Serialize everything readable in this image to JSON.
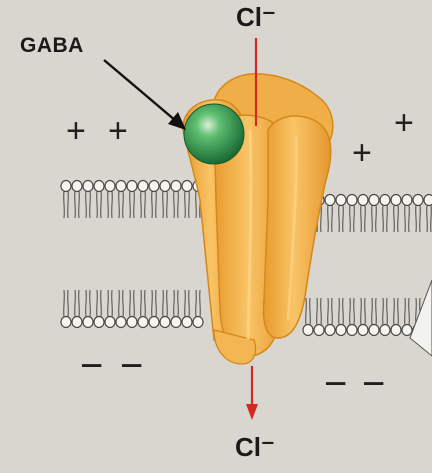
{
  "labels": {
    "ligand": "GABA",
    "ion_top": "Cl⁻",
    "ion_bottom": "Cl⁻"
  },
  "charges": {
    "plus": "+",
    "minus": "−"
  },
  "colors": {
    "background": "#d9d6cf",
    "receptor": "#f2b450",
    "receptor_outline": "#d98a1c",
    "gaba": "#2e8b4a",
    "ion_path": "#d12a1f",
    "membrane_lipid": "#f7f5f0",
    "membrane_outline": "#4a4a4a"
  }
}
